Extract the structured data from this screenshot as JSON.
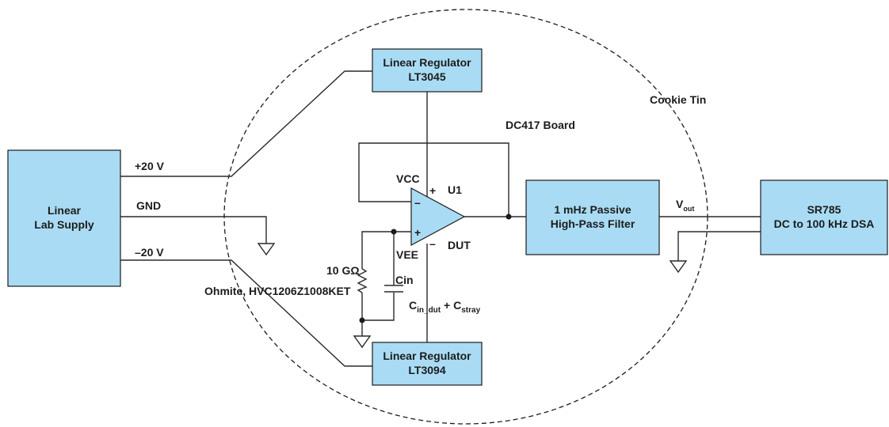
{
  "enclosure": {
    "label": "Cookie Tin"
  },
  "board": {
    "label": "DC417 Board"
  },
  "supply": {
    "line1": "Linear",
    "line2": "Lab Supply"
  },
  "rails": {
    "pos": "+20 V",
    "gnd": "GND",
    "neg": "–20 V"
  },
  "reg_top": {
    "line1": "Linear Regulator",
    "line2": "LT3045"
  },
  "reg_bottom": {
    "line1": "Linear Regulator",
    "line2": "LT3094"
  },
  "opamp": {
    "vcc": "VCC",
    "vee": "VEE",
    "ref": "U1",
    "dut": "DUT",
    "plus_top": "+",
    "minus_top": "–",
    "plus_in": "+",
    "minus_bot": "–"
  },
  "filter": {
    "line1": "1 mHz Passive",
    "line2": "High-Pass Filter"
  },
  "output": {
    "v": "V",
    "sub": "out"
  },
  "analyzer": {
    "line1": "SR785",
    "line2": "DC to 100 kHz DSA"
  },
  "resistor": {
    "value": "10 GΩ",
    "part": "Ohmite, HVC1206Z1008KET"
  },
  "capacitor": {
    "label": "Cin"
  },
  "cap_formula": {
    "c1": "C",
    "sub1": "in_dut",
    "plus": " + ",
    "c2": "C",
    "sub2": "stray"
  }
}
